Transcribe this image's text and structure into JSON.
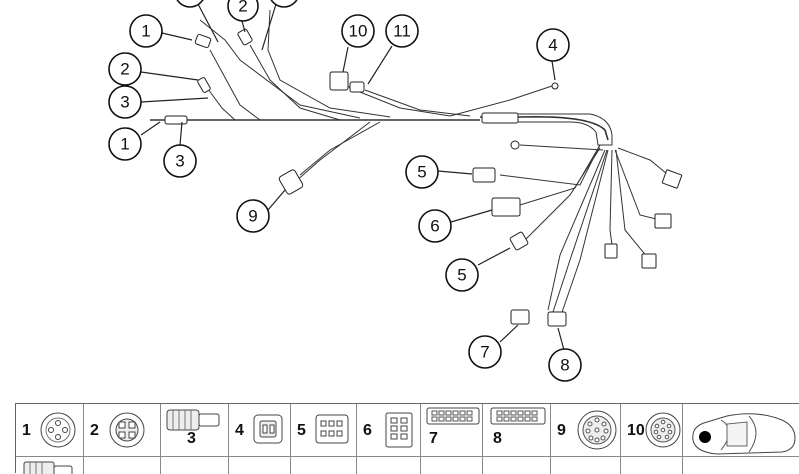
{
  "diagram": {
    "callouts": [
      {
        "label": "1"
      },
      {
        "label": "2"
      },
      {
        "label": "2"
      },
      {
        "label": "3"
      },
      {
        "label": "1"
      },
      {
        "label": "3"
      },
      {
        "label": "10"
      },
      {
        "label": "11"
      },
      {
        "label": "4"
      },
      {
        "label": "5"
      },
      {
        "label": "6"
      },
      {
        "label": "5"
      },
      {
        "label": "9"
      },
      {
        "label": "7"
      },
      {
        "label": "8"
      }
    ]
  },
  "legend": {
    "cells": [
      {
        "number": "1",
        "icon": "round-connector-4pin-icon"
      },
      {
        "number": "2",
        "icon": "round-connector-4pin-large-icon"
      },
      {
        "number": "3",
        "icon": "inline-plug-icon"
      },
      {
        "number": "4",
        "icon": "rect-connector-2pin-icon"
      },
      {
        "number": "5",
        "icon": "rect-connector-6pin-icon"
      },
      {
        "number": "6",
        "icon": "rect-connector-8pin-icon"
      },
      {
        "number": "7",
        "icon": "flat-connector-12pin-icon"
      },
      {
        "number": "8",
        "icon": "flat-connector-12pin-alt-icon"
      },
      {
        "number": "9",
        "icon": "round-connector-multipin-icon"
      },
      {
        "number": "10",
        "icon": "round-connector-multipin-large-icon"
      },
      {
        "number": "",
        "icon": "car-location-icon"
      }
    ]
  }
}
